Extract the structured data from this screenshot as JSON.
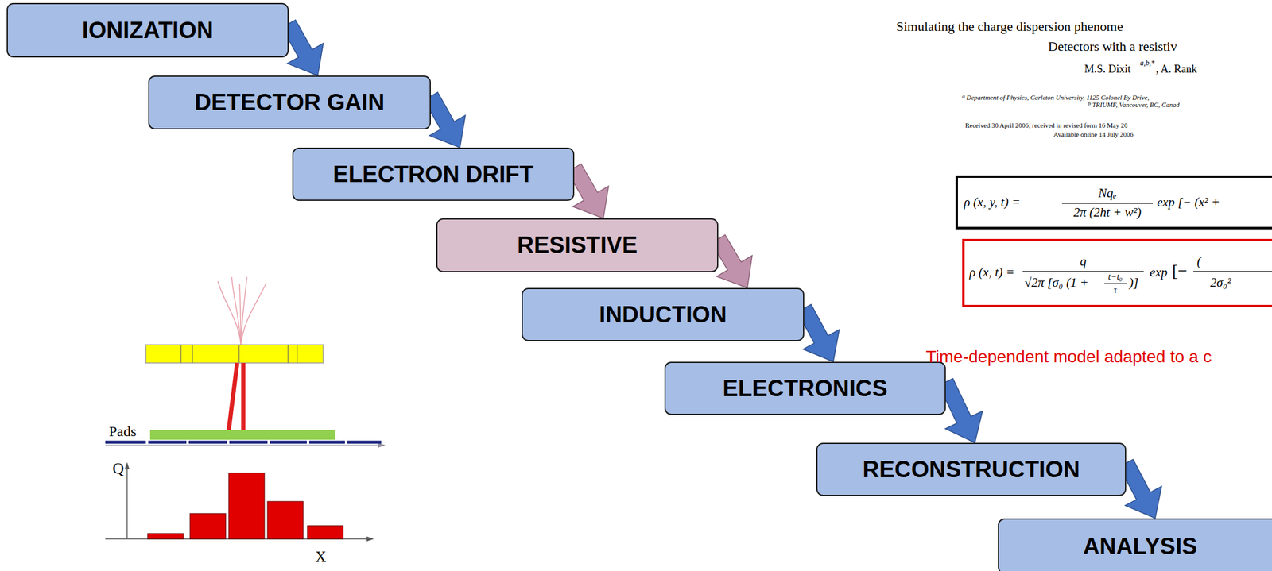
{
  "diagram": {
    "nodes": [
      {
        "text": [
          "IONIZATION"
        ]
      },
      {
        "text": [
          "DETECTOR GAIN"
        ]
      },
      {
        "text": [
          "ELECTRON DRIFT"
        ]
      },
      {
        "text": [
          "RESISTIVE"
        ]
      },
      {
        "text": [
          "INDUCTION"
        ]
      },
      {
        "text": [
          "ELECTRONICS"
        ]
      },
      {
        "text": [
          "RECONSTRUCTION"
        ]
      },
      {
        "text": [
          "ANALYSIS"
        ]
      }
    ],
    "edges": [
      {
        "from": 0,
        "to": 1,
        "arrow": "to"
      },
      {
        "from": 1,
        "to": 2,
        "arrow": "to"
      },
      {
        "from": 2,
        "to": 3,
        "arrow": "to"
      },
      {
        "from": 3,
        "to": 4,
        "arrow": "to"
      },
      {
        "from": 4,
        "to": 5,
        "arrow": "to"
      },
      {
        "from": 5,
        "to": 6,
        "arrow": "to"
      },
      {
        "from": 6,
        "to": 7,
        "arrow": "to"
      }
    ],
    "labels": [
      "Simulating the charge dispersion phenome",
      "Detectors with a resistiv",
      "M.S. Dixit",
      "a,b,*",
      ", A. Rank",
      "a",
      "Department of Physics, Carleton University, 1125 Colonel By Drive,",
      "b",
      "TRIUMF, Vancouver, BC, Canad",
      "Received 30 April 2006; received in revised form 16 May 20",
      "Available online 14 July 2006",
      "ρ (x, y, t) =",
      "Nqₑ",
      "2π (2ht + w²)",
      "exp [− (x² +",
      "ρ (x, t) =",
      "q",
      "√2π [σ₀ (1 +",
      "t−t₀",
      "τ",
      ")]",
      "exp",
      "[−",
      "(",
      "2σ₀²",
      "Time-dependent model adapted to a c",
      "Pads",
      "Q",
      "X"
    ]
  }
}
